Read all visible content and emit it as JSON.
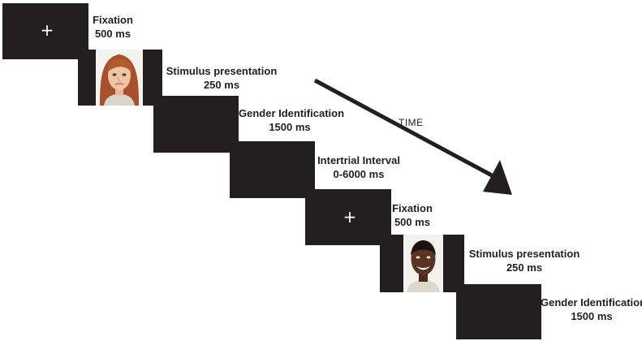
{
  "steps": [
    {
      "name": "Fixation",
      "duration": "500 ms",
      "screen": "fixation",
      "symbol": "+"
    },
    {
      "name": "Stimulus presentation",
      "duration": "250 ms",
      "screen": "face-female"
    },
    {
      "name": "Gender Identification",
      "duration": "1500 ms",
      "screen": "blank"
    },
    {
      "name": "Intertrial Interval",
      "duration": "0-6000 ms",
      "screen": "blank"
    },
    {
      "name": "Fixation",
      "duration": "500 ms",
      "screen": "fixation",
      "symbol": "+"
    },
    {
      "name": "Stimulus presentation",
      "duration": "250 ms",
      "screen": "face-male"
    },
    {
      "name": "Gender Identification",
      "duration": "1500 ms",
      "screen": "blank"
    }
  ],
  "time_arrow": {
    "label": "TIME"
  },
  "colors": {
    "screen": "#231f20",
    "text": "#231f20",
    "arrow": "#231f20"
  }
}
